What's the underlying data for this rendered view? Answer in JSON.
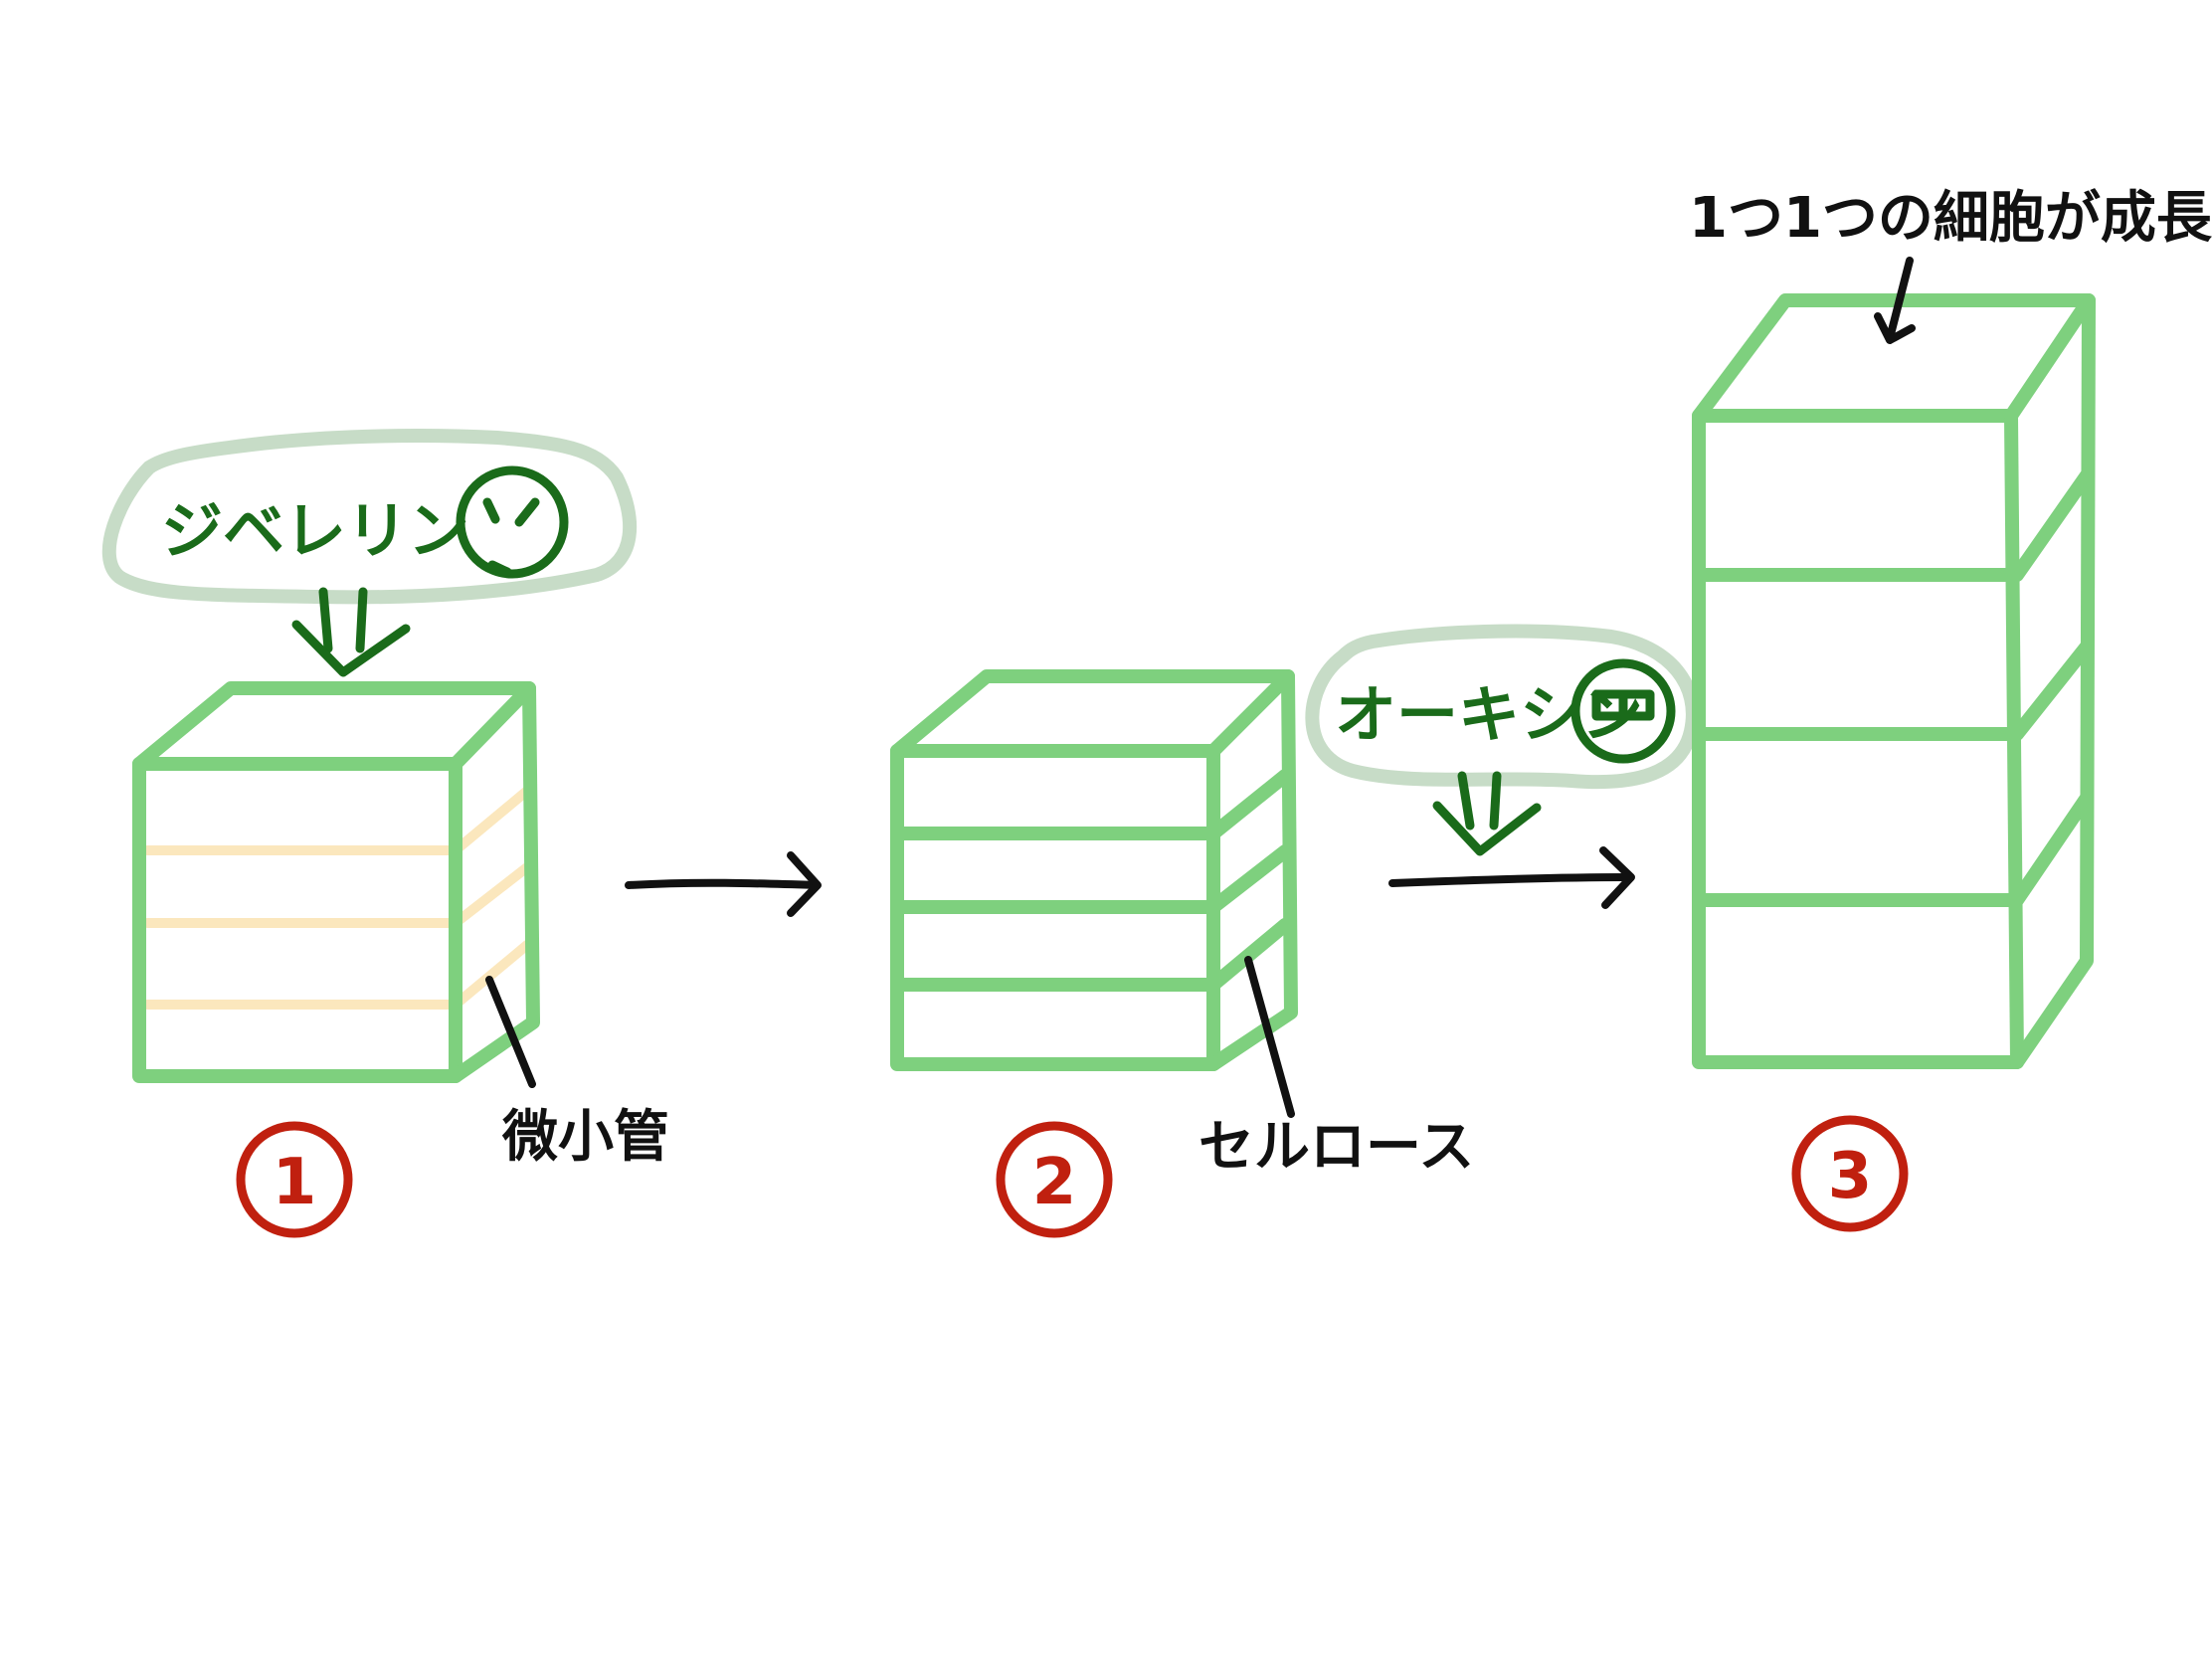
{
  "labels": {
    "gibberellin": "ジベレリン",
    "auxin": "オーキシン",
    "microtubule": "微小管",
    "cellulose": "セルロース",
    "cell_growth": "1つ1つの細胞が成長"
  },
  "steps": [
    "1",
    "2",
    "3"
  ],
  "colors": {
    "cell_wall": "#7ed07e",
    "microtubule_pale": "#fbe7bd",
    "hormone_text": "#1a6b1a",
    "highlight_cloud": "#c7dcc7",
    "step_circle": "#c0200f",
    "ink": "#111111"
  },
  "icons": [
    "smiley-face-icon",
    "happy-face-icon",
    "double-down-arrow-icon",
    "right-arrow-icon",
    "pointer-arrow-icon"
  ]
}
